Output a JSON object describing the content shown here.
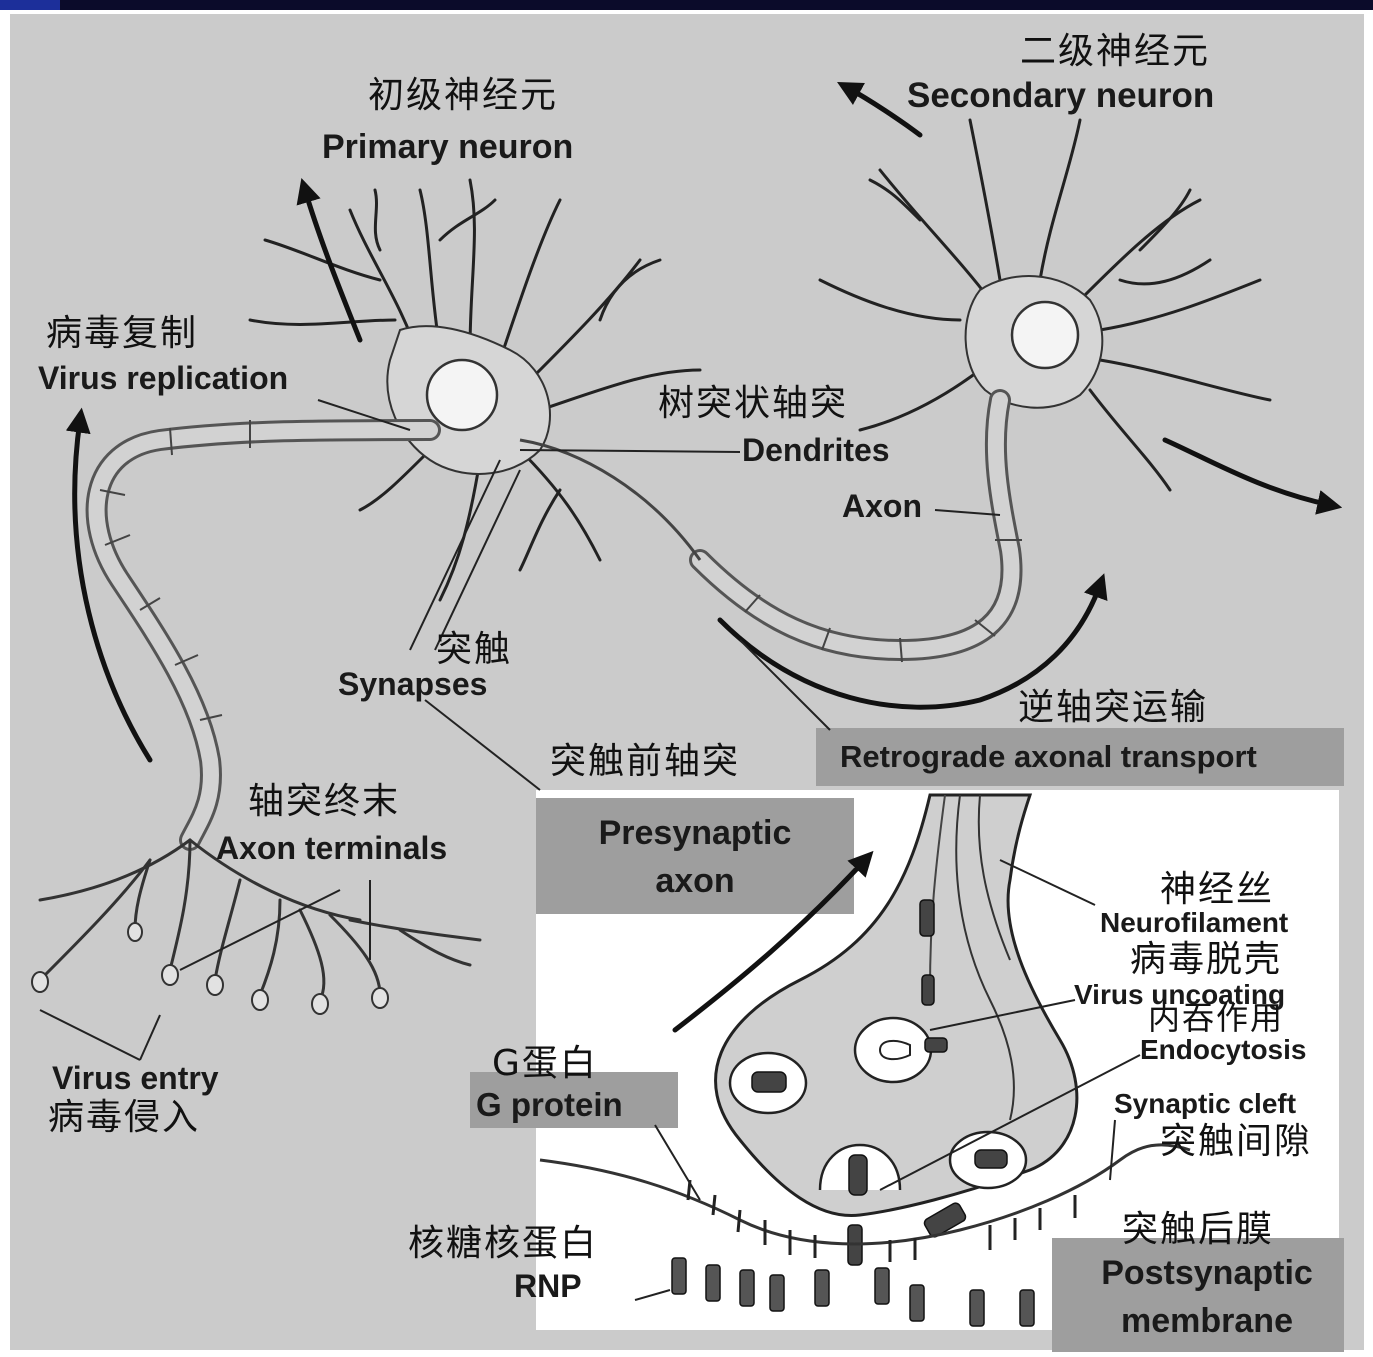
{
  "labels": {
    "primary_neuron": {
      "zh": "初级神经元",
      "en": "Primary neuron"
    },
    "secondary_neuron": {
      "zh": "二级神经元",
      "en": "Secondary neuron"
    },
    "virus_replication": {
      "zh": "病毒复制",
      "en": "Virus replication"
    },
    "dendrites": {
      "zh": "树突状轴突",
      "en": "Dendrites"
    },
    "axon": {
      "en": "Axon"
    },
    "synapses": {
      "zh": "突触",
      "en": "Synapses"
    },
    "retrograde": {
      "zh": "逆轴突运输",
      "en": "Retrograde axonal transport"
    },
    "presynaptic": {
      "zh": "突触前轴突",
      "en_line1": "Presynaptic",
      "en_line2": "axon"
    },
    "axon_terminals": {
      "zh": "轴突终末",
      "en": "Axon terminals"
    },
    "neurofilament": {
      "zh": "神经丝",
      "en": "Neurofilament"
    },
    "virus_uncoating": {
      "zh": "病毒脱壳",
      "en": "Virus uncoating"
    },
    "endocytosis": {
      "zh": "内吞作用",
      "en": "Endocytosis"
    },
    "g_protein": {
      "zh": "G蛋白",
      "en": "G protein"
    },
    "synaptic_cleft": {
      "zh": "突触间隙",
      "en": "Synaptic cleft"
    },
    "virus_entry": {
      "zh": "病毒侵入",
      "en": "Virus entry"
    },
    "rnp": {
      "zh": "核糖核蛋白",
      "en": "RNP"
    },
    "postsynaptic": {
      "zh": "突触后膜",
      "en_line1": "Postsynaptic",
      "en_line2": "membrane"
    }
  },
  "colors": {
    "background": "#cbcbcb",
    "label_box": "#9e9e9e",
    "inset": "#ffffff",
    "line": "#1a1a1a"
  }
}
